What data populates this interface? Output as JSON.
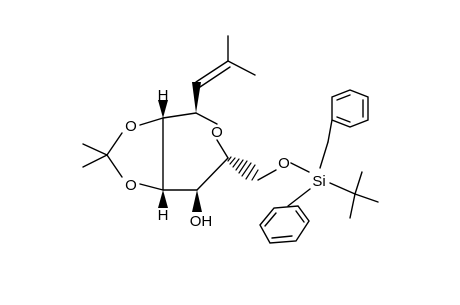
{
  "molecule": {
    "labels": {
      "ring_oxygen": "O",
      "acetal_oxygen_top": "O",
      "acetal_oxygen_bottom": "O",
      "ether_oxygen": "O",
      "silicon": "Si",
      "hydroxyl": "OH",
      "stereo_h_top": "H",
      "stereo_h_bottom": "H"
    }
  }
}
